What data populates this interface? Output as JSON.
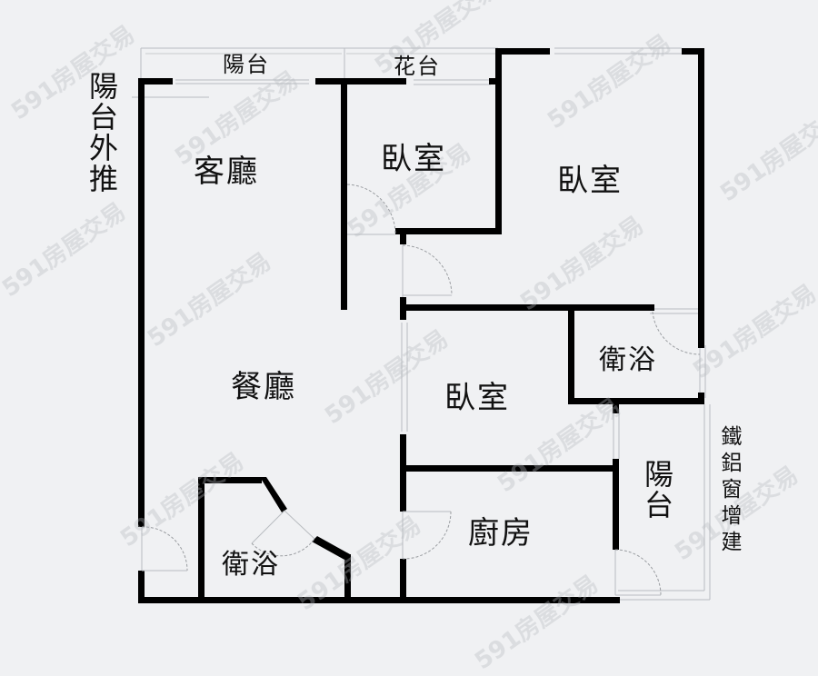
{
  "floorplan": {
    "rooms": {
      "living_room": "客廳",
      "dining_room": "餐廳",
      "bedroom_small": "臥室",
      "bedroom_master": "臥室",
      "bedroom_middle": "臥室",
      "bathroom_right": "衛浴",
      "bathroom_left": "衛浴",
      "kitchen": "廚房"
    },
    "exterior": {
      "balcony_top": "陽台",
      "planter": "花台",
      "balcony_pushout": "陽台外推",
      "balcony_right": "陽台",
      "iron_aluminum_addition": "鐵鋁窗增建"
    },
    "watermark": "591房屋交易",
    "colors": {
      "background": "#f0f1f3",
      "wall": "#000000",
      "thin_line": "#b9bcc0"
    }
  }
}
